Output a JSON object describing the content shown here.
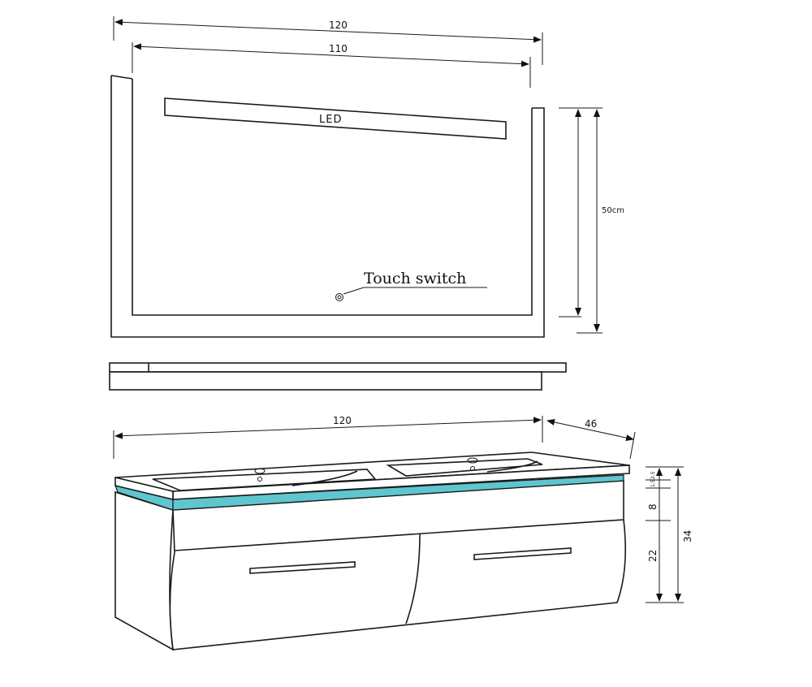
{
  "mirror": {
    "width_outer": "120",
    "width_inner": "110",
    "led_label": "LED",
    "touch_switch_label": "Touch switch",
    "height_label": "50cm"
  },
  "vanity": {
    "width": "120",
    "depth": "46",
    "height_total": "34",
    "height_top_a": "2.5",
    "height_top_b": "1.5",
    "height_panel": "8",
    "height_drawer": "22",
    "led_strip_color": "#5fc6cf"
  }
}
